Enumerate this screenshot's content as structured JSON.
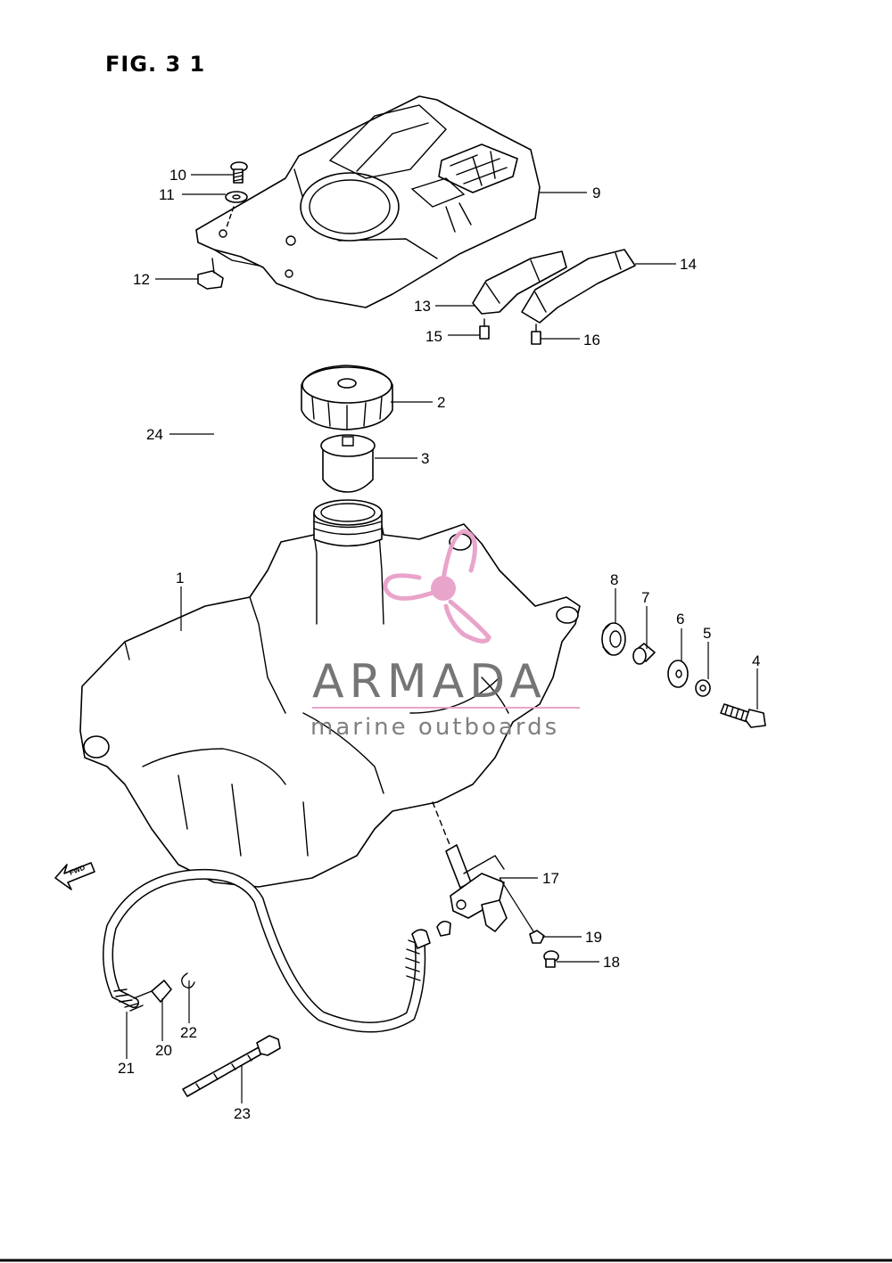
{
  "figure": {
    "title": "FIG. 3 1"
  },
  "watermark": {
    "brand": "ARMADA",
    "tagline": "marine outboards",
    "accent_color": "#e8a0c8",
    "text_color": "#6e6e6e"
  },
  "direction_marker": {
    "label": "FWD"
  },
  "callouts": [
    {
      "id": "c10",
      "label": "10"
    },
    {
      "id": "c11",
      "label": "11"
    },
    {
      "id": "c12",
      "label": "12"
    },
    {
      "id": "c9",
      "label": "9"
    },
    {
      "id": "c14",
      "label": "14"
    },
    {
      "id": "c13",
      "label": "13"
    },
    {
      "id": "c15",
      "label": "15"
    },
    {
      "id": "c16",
      "label": "16"
    },
    {
      "id": "c2",
      "label": "2"
    },
    {
      "id": "c24",
      "label": "24"
    },
    {
      "id": "c3",
      "label": "3"
    },
    {
      "id": "c1",
      "label": "1"
    },
    {
      "id": "c8",
      "label": "8"
    },
    {
      "id": "c7",
      "label": "7"
    },
    {
      "id": "c6",
      "label": "6"
    },
    {
      "id": "c5",
      "label": "5"
    },
    {
      "id": "c4",
      "label": "4"
    },
    {
      "id": "c17",
      "label": "17"
    },
    {
      "id": "c19",
      "label": "19"
    },
    {
      "id": "c18",
      "label": "18"
    },
    {
      "id": "c22",
      "label": "22"
    },
    {
      "id": "c20",
      "label": "20"
    },
    {
      "id": "c21",
      "label": "21"
    },
    {
      "id": "c23",
      "label": "23"
    }
  ]
}
